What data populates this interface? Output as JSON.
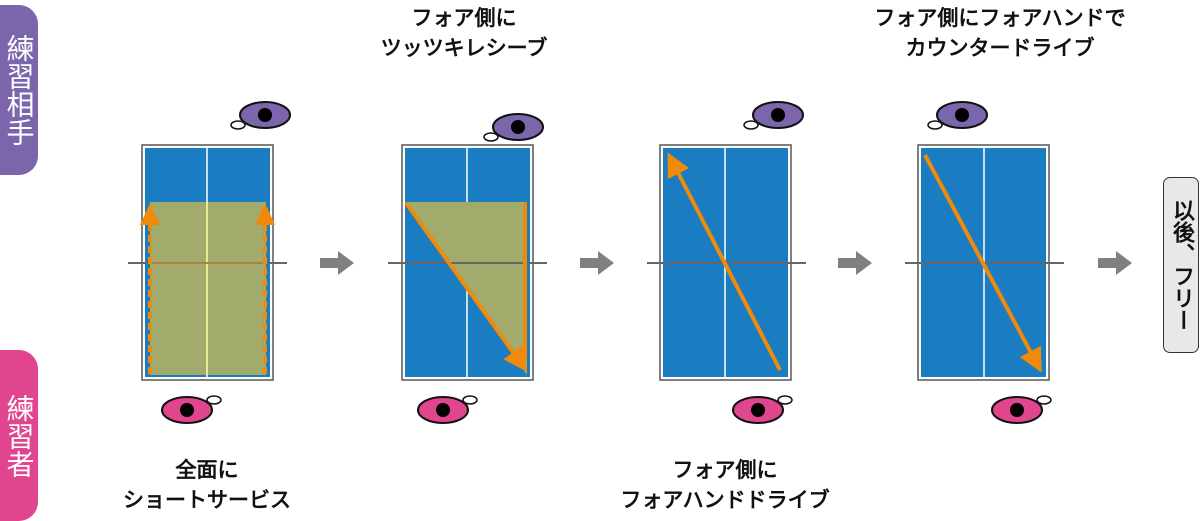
{
  "roles": {
    "opponent": "練習相手",
    "player": "練習者"
  },
  "steps": [
    {
      "caption_line1": "全面に",
      "caption_line2": "ショートサービス"
    },
    {
      "caption_line1": "フォア側に",
      "caption_line2": "ツッツキレシーブ"
    },
    {
      "caption_line1": "フォア側に",
      "caption_line2": "フォアハンドドライブ"
    },
    {
      "caption_line1": "フォア側にフォアハンドで",
      "caption_line2": "カウンタードライブ"
    }
  ],
  "final": "以後、フリー",
  "colors": {
    "opponent": "#7b66ab",
    "player": "#e0458e",
    "table": "#1a7cc1",
    "area": "#a3ab6c",
    "arrow": "#f08a0a"
  }
}
